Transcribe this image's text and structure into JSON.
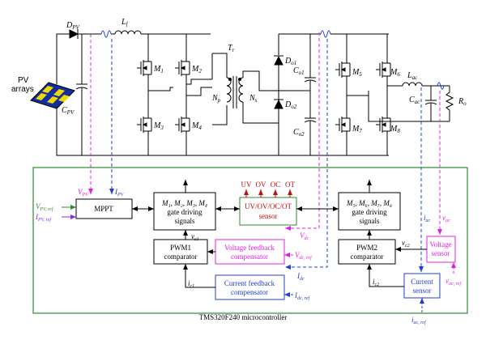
{
  "colors": {
    "black": "#000000",
    "green": "#2e8b2e",
    "blue": "#1f3fd0",
    "magenta": "#e020e0",
    "red": "#c01010",
    "pv_yellow": "#f0d800",
    "pv_blue": "#1030a0"
  },
  "power_stage": {
    "pv_label_1": "PV",
    "pv_label_2": "arrays",
    "diode_dpv": "D",
    "diode_dpv_sub": "PV",
    "inductor_lf": "L",
    "inductor_lf_sub": "f",
    "cap_cpv": "C",
    "cap_cpv_sub": "PV",
    "switches_inverter": [
      {
        "m": "M",
        "sub": "1"
      },
      {
        "m": "M",
        "sub": "2"
      },
      {
        "m": "M",
        "sub": "3"
      },
      {
        "m": "M",
        "sub": "4"
      }
    ],
    "transformer": "T",
    "transformer_sub": "r",
    "np": "N",
    "np_sub": "p",
    "ns": "N",
    "ns_sub": "s",
    "do1": "D",
    "do1_sub": "o1",
    "do2": "D",
    "do2_sub": "o2",
    "co1": "C",
    "co1_sub": "o1",
    "co2": "C",
    "co2_sub": "o2",
    "switches_output": [
      {
        "m": "M",
        "sub": "5"
      },
      {
        "m": "M",
        "sub": "6"
      },
      {
        "m": "M",
        "sub": "7"
      },
      {
        "m": "M",
        "sub": "8"
      }
    ],
    "lac": "L",
    "lac_sub": "ac",
    "cac": "C",
    "cac_sub": "ac",
    "ro": "R",
    "ro_sub": "o"
  },
  "controller": {
    "title": "TMS320F240 microcontroller",
    "mppt": "MPPT",
    "gate1_line1": "M₁, M₂, M₃, M₄",
    "gate1_line2": "gate driving",
    "gate1_line3": "signals",
    "sensor_line1": "UV/OV/OC/OT",
    "sensor_line2": "sensor",
    "faults": [
      "UV",
      "OV",
      "OC",
      "OT"
    ],
    "gate2_line1": "M₅, M₆, M₇, M₈",
    "gate2_line2": "gate driving",
    "gate2_line3": "signals",
    "pwm1_line1": "PWM1",
    "pwm1_line2": "comparator",
    "vfb_line1": "Voltage feedback",
    "vfb_line2": "compensator",
    "cfb_line1": "Current feedback",
    "cfb_line2": "compensator",
    "pwm2_line1": "PWM2",
    "pwm2_line2": "comparator",
    "vsens_line1": "Voltage",
    "vsens_line2": "sensor",
    "csens_line1": "Current",
    "csens_line2": "sensor"
  },
  "signals": {
    "v_pv": "V",
    "v_pv_sub": "PV",
    "i_pv": "I",
    "i_pv_sub": "PV",
    "v_pv_ref": "V",
    "v_pv_ref_sub": "PV, ref",
    "i_pv_ref": "I",
    "i_pv_ref_sub": "PV, ref",
    "vdc": "V",
    "vdc_sub": "dc",
    "vdc_ref": "V",
    "vdc_ref_sub": "dc, ref",
    "idc": "I",
    "idc_sub": "dc",
    "idc_ref": "I",
    "idc_ref_sub": "dc, ref",
    "vc1": "v",
    "vc1_sub": "c1",
    "ic1": "i",
    "ic1_sub": "c1",
    "vc2": "v",
    "vc2_sub": "c2",
    "ic2": "i",
    "ic2_sub": "c2",
    "iac": "i",
    "iac_sub": "ac",
    "vac": "v",
    "vac_sub": "ac",
    "vac_ref": "v",
    "vac_ref_sub": "ac, ref",
    "iac_ref": "i",
    "iac_ref_sub": "ac, ref"
  }
}
